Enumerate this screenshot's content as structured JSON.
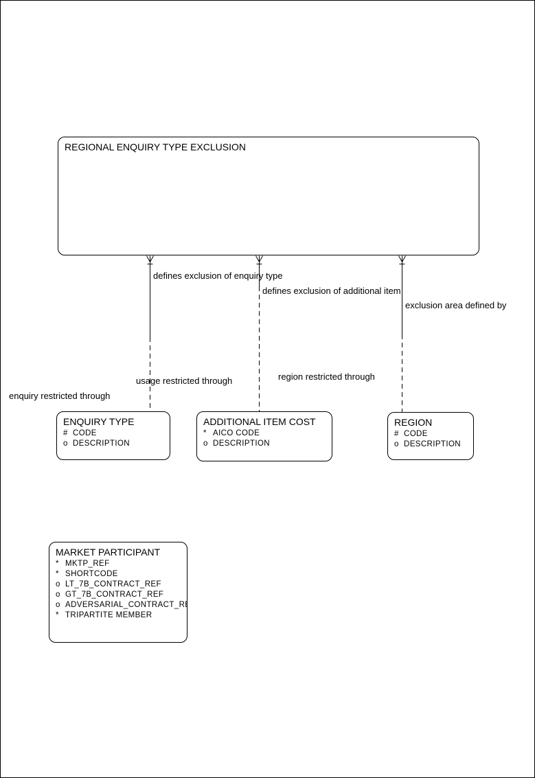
{
  "root_entity": {
    "title": "REGIONAL ENQUIRY TYPE EXCLUSION"
  },
  "relationships": [
    {
      "parent_end_label": "defines exclusion of enquiry type",
      "child_end_label": "enquiry restricted through",
      "parent_end_symbol": "crow-foot-arrow"
    },
    {
      "parent_end_label": "defines exclusion of additional item",
      "child_end_label": "usage restricted through",
      "parent_end_symbol": "crow-foot-arrow"
    },
    {
      "parent_end_label": "exclusion area defined by",
      "child_end_label": "region restricted through",
      "parent_end_symbol": "crow-foot-arrow"
    }
  ],
  "entities": [
    {
      "title": "ENQUIRY TYPE",
      "attributes": [
        {
          "marker": "#",
          "name": "CODE"
        },
        {
          "marker": "o",
          "name": "DESCRIPTION"
        }
      ]
    },
    {
      "title": "ADDITIONAL ITEM COST",
      "attributes": [
        {
          "marker": "*",
          "name": "AICO CODE"
        },
        {
          "marker": "o",
          "name": "DESCRIPTION"
        }
      ]
    },
    {
      "title": "REGION",
      "attributes": [
        {
          "marker": "#",
          "name": "CODE"
        },
        {
          "marker": "o",
          "name": "DESCRIPTION"
        }
      ]
    },
    {
      "title": "MARKET PARTICIPANT",
      "attributes": [
        {
          "marker": "*",
          "name": "MKTP_REF"
        },
        {
          "marker": "*",
          "name": "SHORTCODE"
        },
        {
          "marker": "o",
          "name": "LT_7B_CONTRACT_REF"
        },
        {
          "marker": "o",
          "name": "GT_7B_CONTRACT_REF"
        },
        {
          "marker": "o",
          "name": "ADVERSARIAL_CONTRACT_REF"
        },
        {
          "marker": "*",
          "name": "TRIPARTITE MEMBER"
        }
      ]
    }
  ],
  "colors": {
    "line": "#000000",
    "background": "#ffffff",
    "text": "#000000"
  }
}
